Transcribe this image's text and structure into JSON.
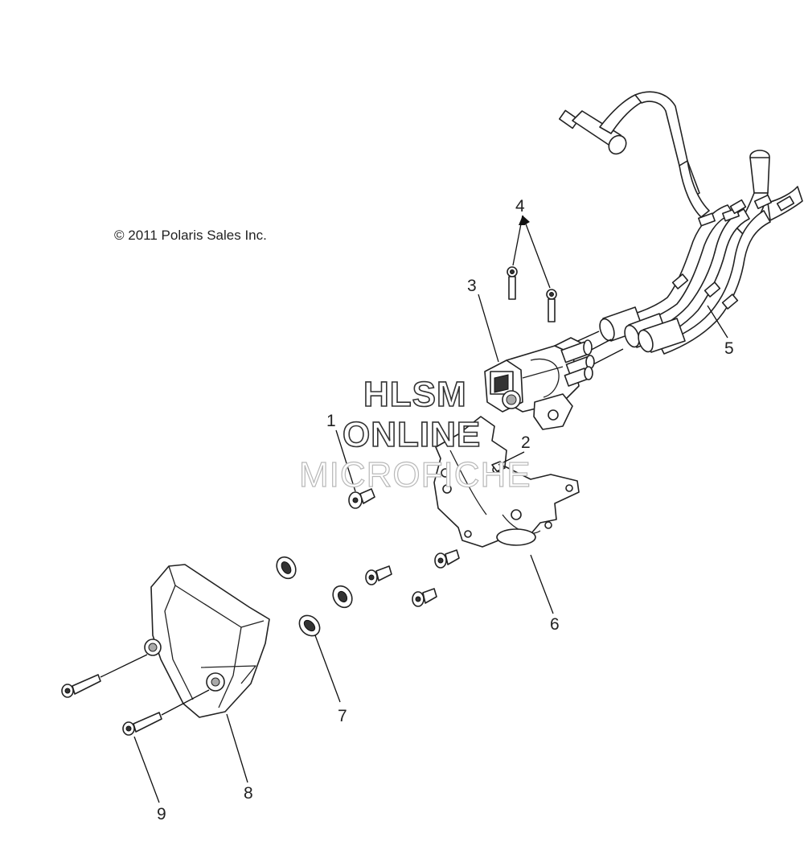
{
  "copyright": "© 2011 Polaris Sales Inc.",
  "watermark": {
    "line1": "HLSM",
    "line2": "ONLINE",
    "line3": "MICROFICHE"
  },
  "callouts": [
    "1",
    "2",
    "3",
    "4",
    "5",
    "6",
    "7",
    "8",
    "9"
  ],
  "parts": [
    {
      "callout": "1",
      "kind": "bolt"
    },
    {
      "callout": "2",
      "kind": "nut"
    },
    {
      "callout": "3",
      "kind": "valve"
    },
    {
      "callout": "4",
      "kind": "screw"
    },
    {
      "callout": "5",
      "kind": "hose-assembly"
    },
    {
      "callout": "6",
      "kind": "bracket"
    },
    {
      "callout": "7",
      "kind": "grommet"
    },
    {
      "callout": "8",
      "kind": "cover"
    },
    {
      "callout": "9",
      "kind": "screw"
    }
  ]
}
